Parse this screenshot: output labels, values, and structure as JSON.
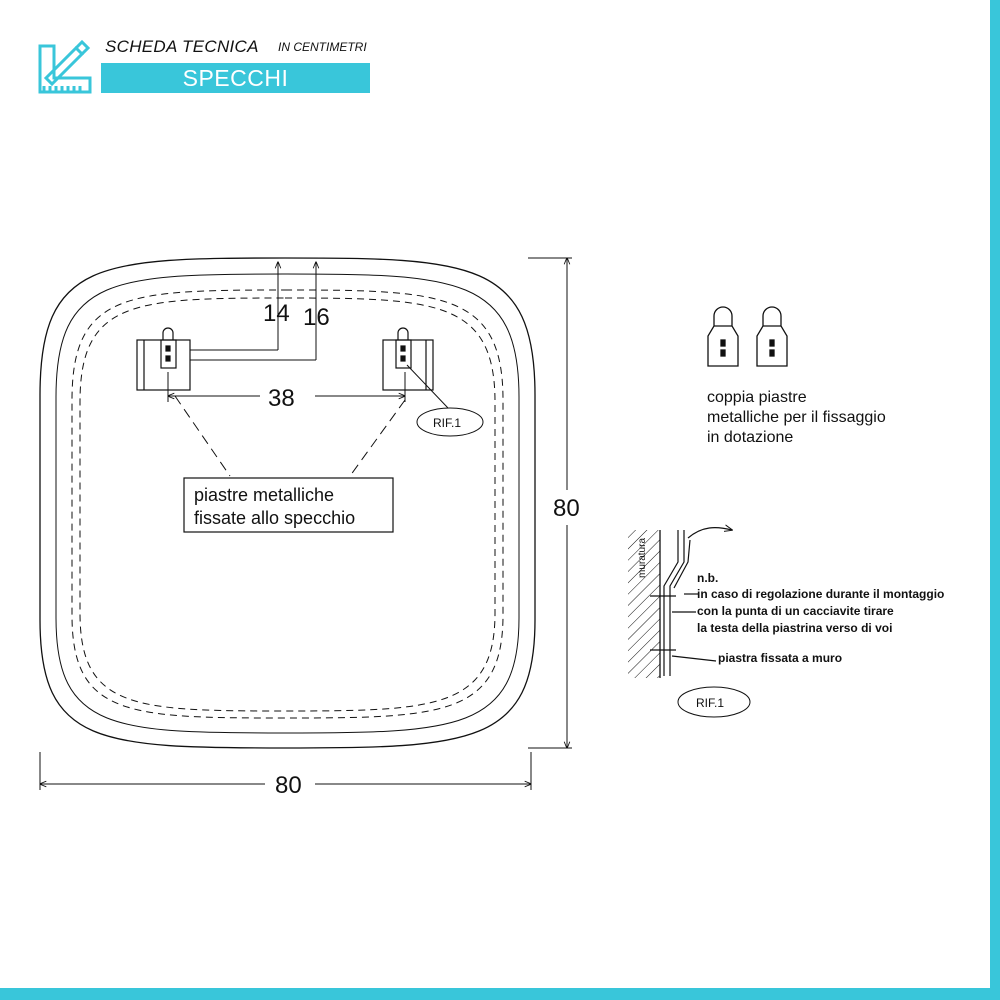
{
  "header": {
    "title": "SCHEDA TECNICA",
    "unit": "IN CENTIMETRI",
    "subtitle": "SPECCHI",
    "accent_color": "#39c6da",
    "logo_icon": "ruler-pencil-icon"
  },
  "dimensions": {
    "width": "80",
    "height": "80",
    "plate_spacing": "38",
    "top_offset_a": "14",
    "top_offset_b": "16"
  },
  "labels": {
    "plates_callout_line1": "piastre metalliche",
    "plates_callout_line2": "fissate allo specchio",
    "ref_tag": "RIF.1",
    "kit_line1": "coppia piastre",
    "kit_line2": "metalliche per il fissaggio",
    "kit_line3": "in dotazione",
    "detail_ref_tag": "RIF.1",
    "wall_label": "muratura",
    "note_title": "n.b.",
    "note_line1": "in caso di regolazione durante il montaggio",
    "note_line2": "con la punta di un cacciavite tirare",
    "note_line3": "la testa della piastrina verso di voi",
    "wall_plate_label": "piastra fissata a muro"
  }
}
